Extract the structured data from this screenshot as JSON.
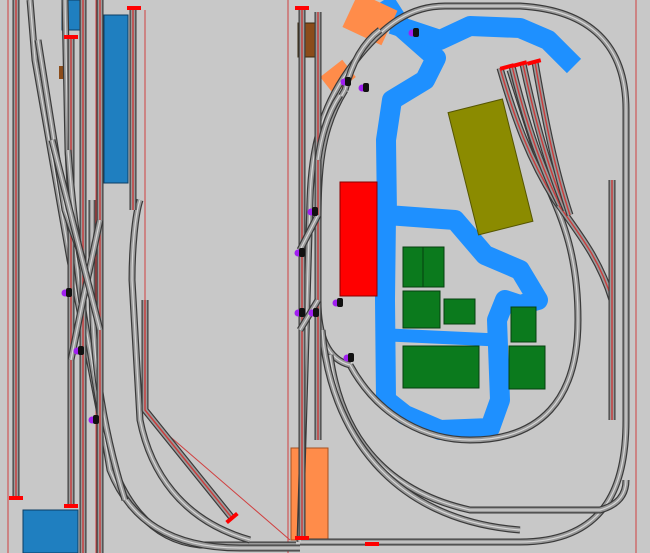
{
  "layout": {
    "colors": {
      "baseboard": "#c8c8c8",
      "track_rail": "#3a3a3a",
      "track_bed": "#9a9a9a",
      "track_highlight": "#d7d7d7",
      "electrified": "#cc3b3b",
      "buffer_stop": "#ff0000",
      "water": "#1e90ff",
      "orange_building": "#ff8c4a",
      "brown_building": "#8b4c1a",
      "red_building": "#ff0000",
      "olive_building": "#8b8b00",
      "green_building": "#0b7a1d",
      "blue_building": "#1f7fc0",
      "signal_body": "#a020f0",
      "signal_head": "#000000"
    },
    "areas": {
      "water": "water-channel",
      "buildings": [
        "orange-building-top",
        "orange-building-left",
        "brown-building",
        "red-building",
        "olive-building",
        "green-building-1",
        "green-building-2",
        "green-building-3",
        "green-building-4",
        "green-building-5",
        "green-building-6",
        "blue-building-left-tall",
        "blue-building-top-left",
        "blue-building-bottom-left",
        "orange-building-bottom"
      ]
    },
    "signals_count": 12,
    "buffer_stops_count": 11
  }
}
